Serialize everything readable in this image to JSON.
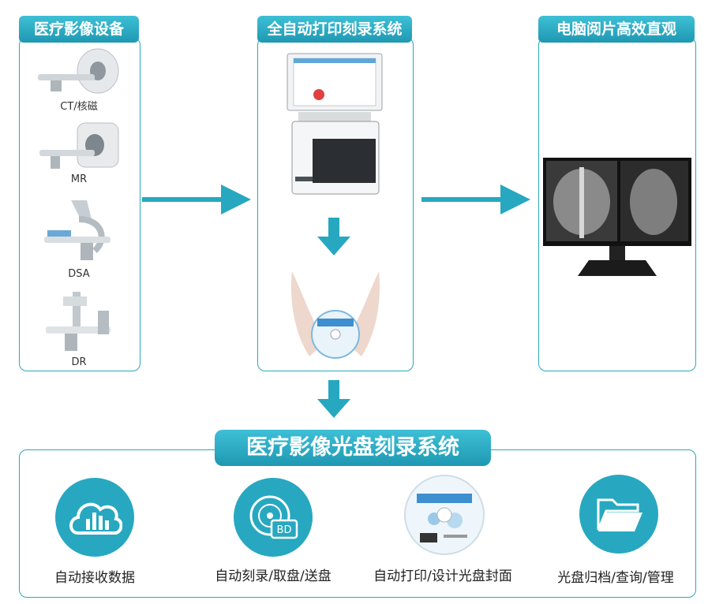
{
  "panels": {
    "devices": {
      "title": "医疗影像设备",
      "items": [
        {
          "label": "CT/核磁"
        },
        {
          "label": "MR"
        },
        {
          "label": "DSA"
        },
        {
          "label": "DR"
        }
      ]
    },
    "burner": {
      "title": "全自动打印刻录系统"
    },
    "viewer": {
      "title": "电脑阅片高效直观"
    }
  },
  "system": {
    "title": "医疗影像光盘刻录系统",
    "features": [
      {
        "label": "自动接收数据",
        "icon": "cloud-chart-icon"
      },
      {
        "label": "自动刻录/取盘/送盘",
        "icon": "bd-disc-icon"
      },
      {
        "label": "自动打印/设计光盘封面",
        "icon": "printed-disc-icon"
      },
      {
        "label": "光盘归档/查询/管理",
        "icon": "folder-icon"
      }
    ]
  },
  "colors": {
    "accent": "#27a8c0"
  }
}
